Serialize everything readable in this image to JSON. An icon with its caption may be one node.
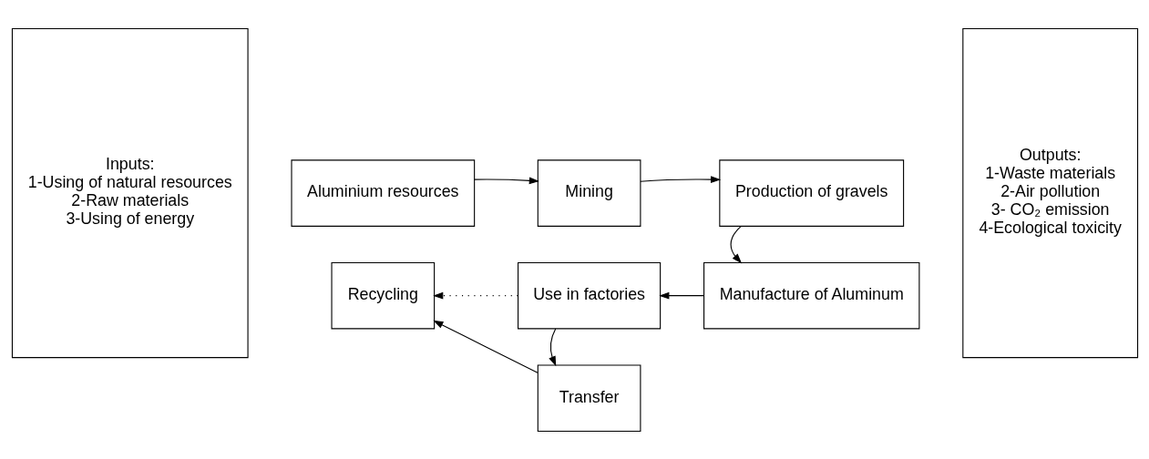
{
  "diagram": {
    "nodes": [
      {
        "text": [
          "Inputs:",
          "1-Using of natural resources",
          "2-Raw materials",
          "3-Using of energy"
        ]
      },
      {
        "text": [
          "Aluminium resources"
        ]
      },
      {
        "text": [
          "Mining"
        ]
      },
      {
        "text": [
          "Production of gravels"
        ]
      },
      {
        "text": [
          "Outputs:",
          "1-Waste materials",
          "2-Air pollution",
          "3- CO₂ emission",
          "4-Ecological toxicity"
        ]
      },
      {
        "text": [
          "Recycling"
        ]
      },
      {
        "text": [
          "Use in factories"
        ]
      },
      {
        "text": [
          "Manufacture of Aluminum"
        ]
      },
      {
        "text": [
          "Transfer"
        ]
      }
    ],
    "edges": [
      {
        "from": 1,
        "to": 2,
        "arrow": "to"
      },
      {
        "from": 2,
        "to": 3,
        "arrow": "to"
      },
      {
        "from": 3,
        "to": 7,
        "arrow": "to"
      },
      {
        "from": 7,
        "to": 6,
        "arrow": "to"
      },
      {
        "from": 6,
        "to": 5,
        "arrow": "to",
        "style": "dashed"
      },
      {
        "from": 6,
        "to": 8,
        "arrow": "to"
      },
      {
        "from": 8,
        "to": 5,
        "arrow": "to"
      }
    ]
  }
}
